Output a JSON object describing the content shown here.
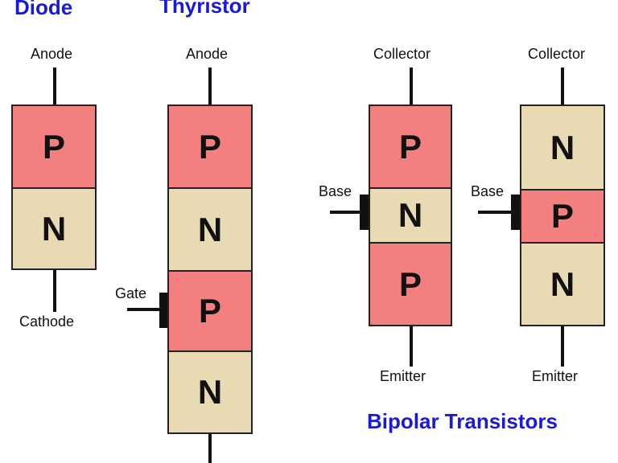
{
  "titles": {
    "diode": "Diode",
    "thyristor": "Thyristor",
    "bipolar": "Bipolar Transistors"
  },
  "diode": {
    "top": "Anode",
    "bottom": "Cathode",
    "layers": [
      "P",
      "N"
    ]
  },
  "thyristor": {
    "top": "Anode",
    "gate": "Gate",
    "layers": [
      "P",
      "N",
      "P",
      "N"
    ]
  },
  "pnp": {
    "top": "Collector",
    "base": "Base",
    "bottom": "Emitter",
    "layers": [
      "P",
      "N",
      "P"
    ]
  },
  "npn": {
    "top": "Collector",
    "base": "Base",
    "bottom": "Emitter",
    "layers": [
      "N",
      "P",
      "N"
    ]
  },
  "colors": {
    "p_region": "#f47f7f",
    "n_region": "#e8dbb4",
    "title": "#1a1ad6"
  }
}
